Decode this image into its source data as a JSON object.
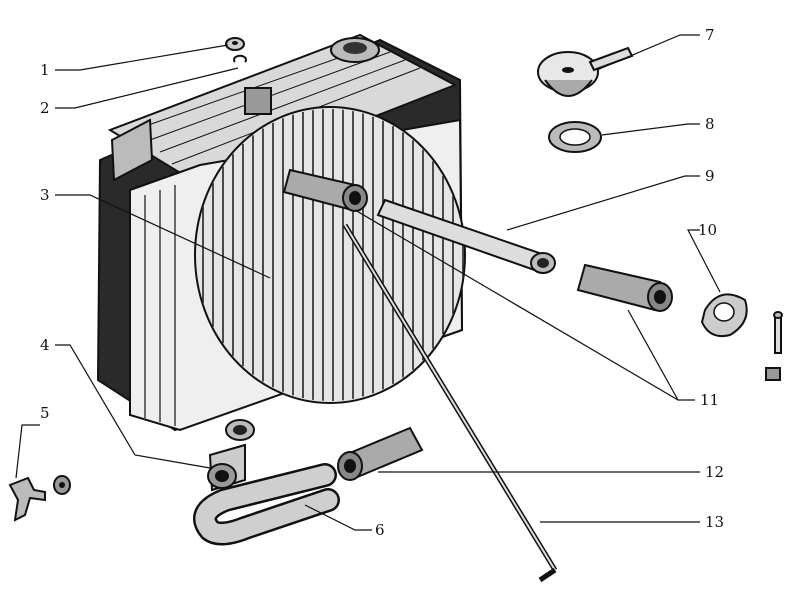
{
  "labels": [
    {
      "id": "1",
      "text": "1"
    },
    {
      "id": "2",
      "text": "2"
    },
    {
      "id": "3",
      "text": "3"
    },
    {
      "id": "4",
      "text": "4"
    },
    {
      "id": "5",
      "text": "5"
    },
    {
      "id": "6",
      "text": "6"
    },
    {
      "id": "7",
      "text": "7"
    },
    {
      "id": "8",
      "text": "8"
    },
    {
      "id": "9",
      "text": "9"
    },
    {
      "id": "10",
      "text": "10"
    },
    {
      "id": "11",
      "text": "11"
    },
    {
      "id": "12",
      "text": "12"
    },
    {
      "id": "13",
      "text": "13"
    }
  ],
  "colors": {
    "ink": "#111111",
    "paper": "#ffffff"
  }
}
